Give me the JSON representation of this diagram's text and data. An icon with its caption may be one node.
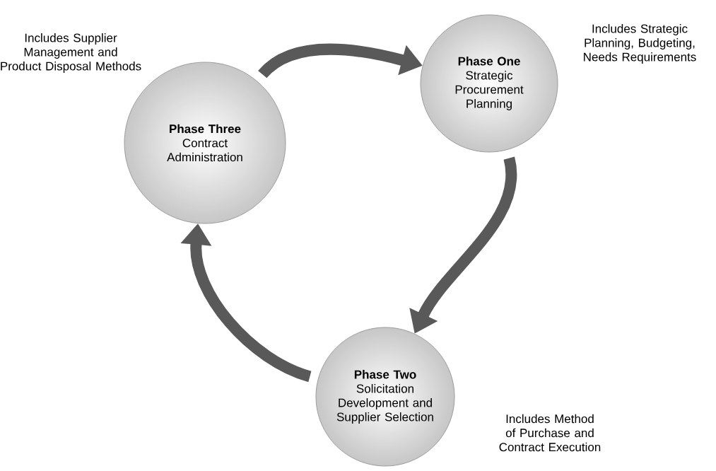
{
  "diagram": {
    "nodes": [
      {
        "text": [
          "Phase One",
          "Strategic Procurement Planning"
        ],
        "beside": [
          "Includes Strategic Planning, Budgeting, Needs Requirements"
        ]
      },
      {
        "text": [
          "Phase Two",
          "Solicitation Development and Supplier Selection"
        ],
        "beside": [
          "Includes Method of Purchase and Contract Execution"
        ]
      },
      {
        "text": [
          "Phase Three",
          "Contract Administration"
        ],
        "beside": [
          "Includes Supplier Management and Product Disposal Methods"
        ]
      }
    ],
    "edges": [
      {
        "from": 2,
        "to": 0,
        "arrow": "to"
      },
      {
        "from": 0,
        "to": 1,
        "arrow": "to"
      },
      {
        "from": 1,
        "to": 2,
        "arrow": "to"
      }
    ]
  }
}
